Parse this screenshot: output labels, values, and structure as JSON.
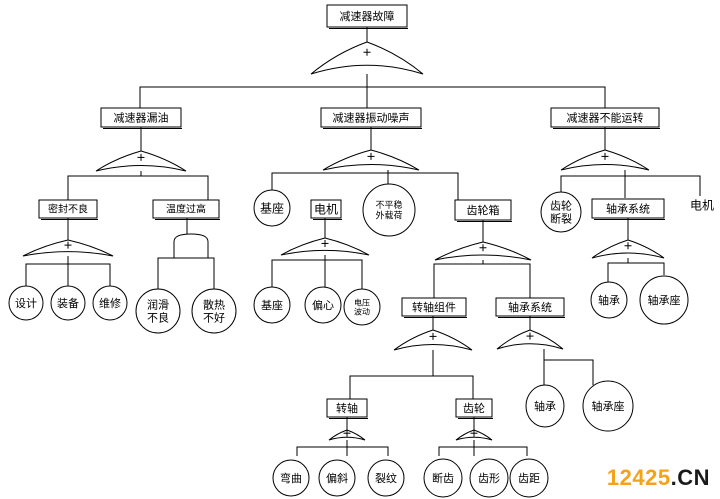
{
  "nodes": {
    "root": "减速器故障",
    "leak": "减速器漏油",
    "vib": "减速器振动噪声",
    "nrun": "减速器不能运转",
    "seal": "密封不良",
    "temp": "温度过高",
    "design": "设计",
    "assembly": "装备",
    "repair": "维修",
    "lube": "润滑\n不良",
    "heat": "散热\n不好",
    "base": "基座",
    "motor": "电机",
    "load": "不平稳\n外载荷",
    "gearbox": "齿轮箱",
    "m_base": "基座",
    "m_ecc": "偏心",
    "m_volt": "电压\n波动",
    "shaft_asm": "转轴组件",
    "bearing_sys": "轴承系统",
    "shaft": "转轴",
    "gear": "齿轮",
    "bend": "弯曲",
    "tilt": "偏斜",
    "crack": "裂纹",
    "tooth_break": "断齿",
    "tooth_shape": "齿形",
    "tooth_pitch": "齿距",
    "bs_bearing": "轴承",
    "bs_seat": "轴承座",
    "gear_break": "齿轮\n断裂",
    "bearing_sys2": "轴承系统",
    "motor2": "电机",
    "b2_bearing": "轴承",
    "b2_seat": "轴承座"
  },
  "watermark": {
    "num": "12425",
    "dom": ".CN"
  },
  "colors": {
    "line": "#000000",
    "wm_orange": "#f5a21b"
  }
}
